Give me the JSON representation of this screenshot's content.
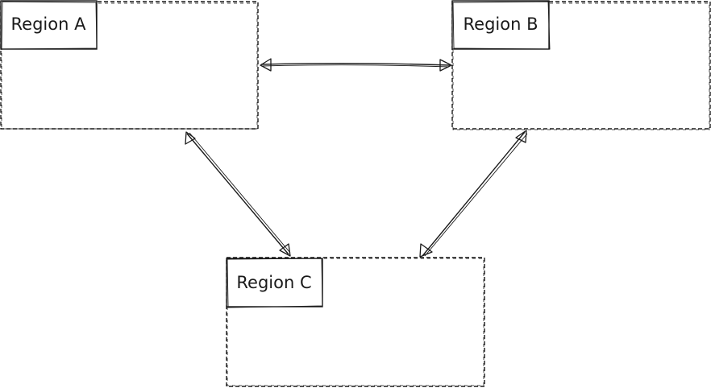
{
  "diagram": {
    "regions": [
      {
        "id": "a",
        "label": "Region A"
      },
      {
        "id": "b",
        "label": "Region B"
      },
      {
        "id": "c",
        "label": "Region C"
      }
    ],
    "connections": [
      {
        "from": "Region A",
        "to": "Region B",
        "direction": "both"
      },
      {
        "from": "Region A",
        "to": "Region C",
        "direction": "both"
      },
      {
        "from": "Region B",
        "to": "Region C",
        "direction": "both"
      }
    ]
  }
}
